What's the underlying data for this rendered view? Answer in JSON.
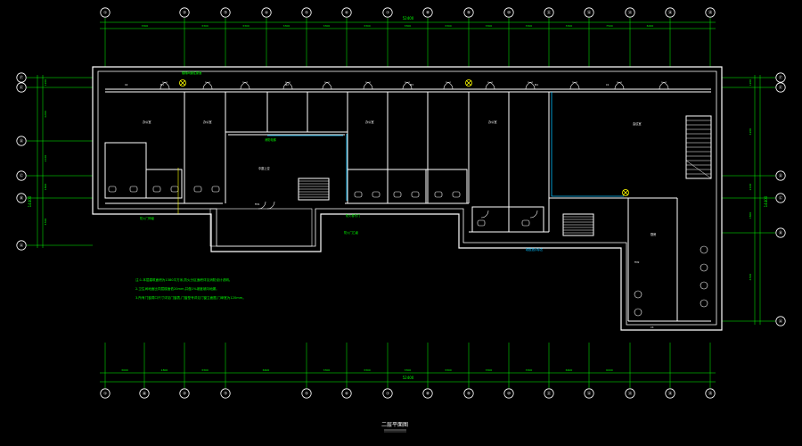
{
  "drawing": {
    "title": "二层平面图",
    "colors": {
      "background": "#000000",
      "wall": "#ffffff",
      "dimension": "#00ff00",
      "grid_bubble": "#ffffff",
      "accent_yellow": "#ffff00",
      "annotation_cyan": "#00bfff",
      "room_label": "#ffffff"
    },
    "axis_top": [
      "①",
      "②",
      "③",
      "④",
      "⑤",
      "⑥",
      "⑦",
      "⑧",
      "⑨",
      "⑩",
      "⑪",
      "⑫",
      "⑬",
      "⑭",
      "⑮"
    ],
    "axis_bottom": [
      "①",
      "Ⓜ",
      "②",
      "③",
      "⑤",
      "⑥",
      "⑦",
      "⑧",
      "⑨",
      "⑩",
      "⑪",
      "⑫",
      "⑬",
      "⑭",
      "⑮"
    ],
    "axis_left": [
      "Ⓕ",
      "Ⓔ",
      "Ⓓ",
      "Ⓒ",
      "Ⓑ",
      "Ⓐ"
    ],
    "axis_right": [
      "Ⓕ",
      "Ⓔ",
      "Ⓓ",
      "Ⓒ",
      "Ⓑ",
      "Ⓐ"
    ],
    "dimension_top_total": "52400",
    "dimension_bottom_total": "52400",
    "dimension_top_segments": [
      "3300",
      "3300",
      "3300",
      "3300",
      "3300",
      "3300",
      "3300",
      "3300",
      "3300",
      "3300",
      "3300",
      "7500",
      "6000"
    ],
    "dimension_bottom_segments": [
      "3000",
      "1800",
      "3300",
      "6600",
      "3300",
      "3300",
      "3300",
      "3300",
      "3300",
      "3300",
      "6600",
      "6000"
    ],
    "dimension_left_segments": [
      "1200",
      "4200",
      "2100",
      "1800",
      "4500"
    ],
    "dimension_left_total": "14400",
    "dimension_right_segments": [
      "1200",
      "4200",
      "2100",
      "1800",
      "4500"
    ],
    "dimension_right_total": "14400",
    "annotations": [
      "楼梯间通往屋面",
      "消防电梯",
      "防火门甲级",
      "防火卷帘门",
      "防火门乙级",
      "疏散指示标志"
    ],
    "notes": [
      "注:1.本层建筑面积为1380平方米,防火分区面积详见消防设计说明。",
      "2.卫生间地面比同层楼面低20mm,并做1%坡度坡向地漏。",
      "3.所有门窗洞口尺寸详见门窗表,门窗型号详见门窗立面图,门垛宽为120mm。"
    ],
    "room_labels": [
      {
        "id": "office-1",
        "text": "办公室"
      },
      {
        "id": "office-2",
        "text": "办公室"
      },
      {
        "id": "lobby",
        "text": "中庭上空"
      },
      {
        "id": "office-3",
        "text": "办公室"
      },
      {
        "id": "office-4",
        "text": "办公室"
      },
      {
        "id": "meeting",
        "text": "会议室"
      },
      {
        "id": "kitchen",
        "text": "厨房"
      }
    ],
    "door_tags": [
      "M1",
      "M2",
      "M3",
      "M4",
      "FM1",
      "FM2"
    ],
    "window_tags": [
      "C1",
      "C2",
      "C3"
    ]
  }
}
